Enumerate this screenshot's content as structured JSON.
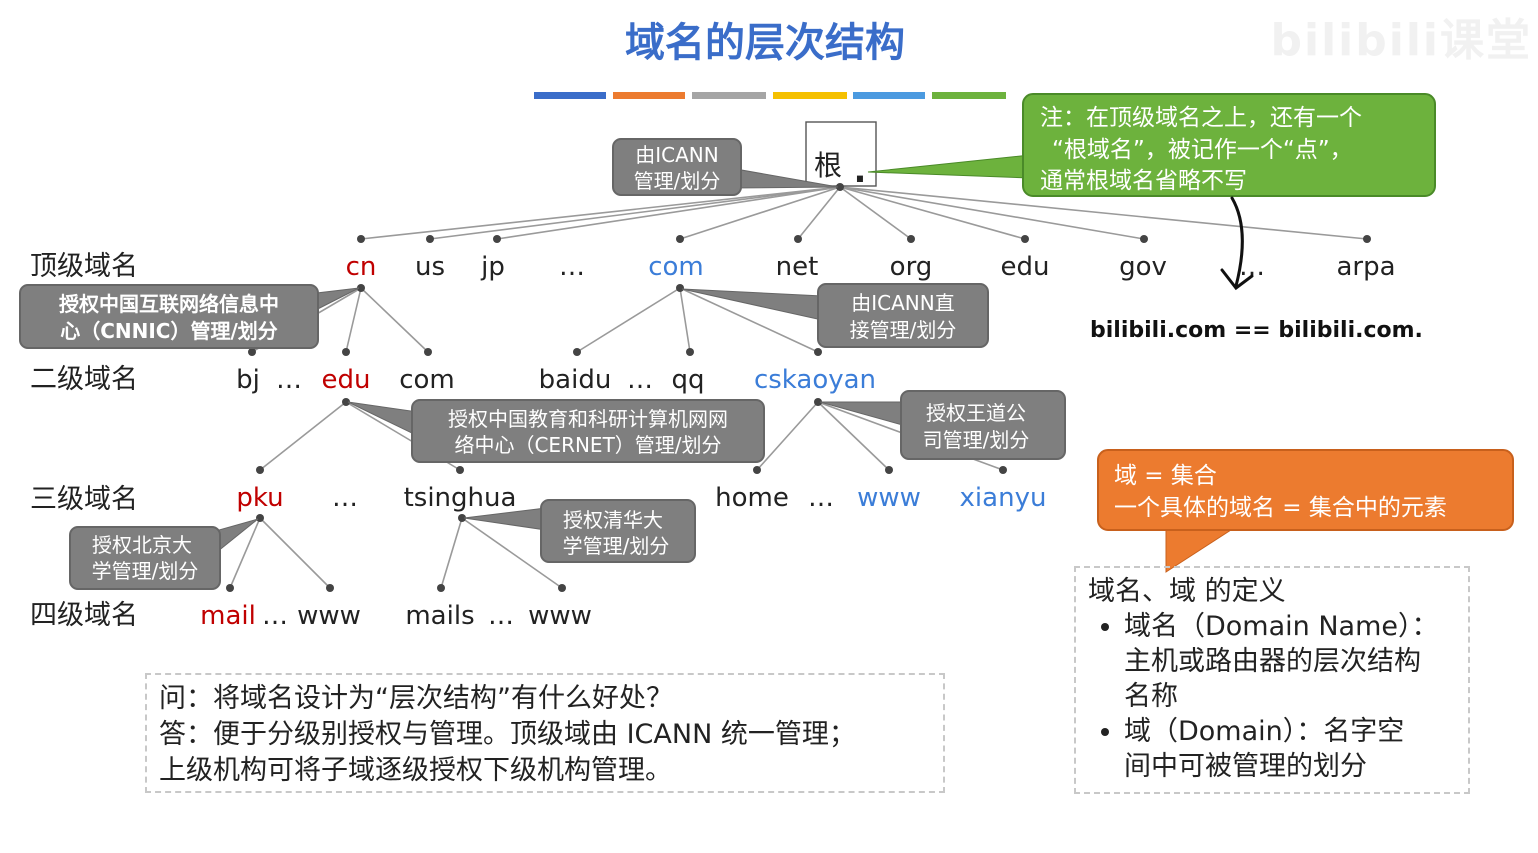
{
  "title": "域名的层次结构",
  "watermark": "bilibili课堂",
  "title_bar_colors": [
    "#3a6dc9",
    "#ec7b2f",
    "#a5a5a5",
    "#f5c000",
    "#4b9ae0",
    "#6db23d"
  ],
  "level_labels": {
    "top": "顶级域名",
    "second": "二级域名",
    "third": "三级域名",
    "fourth": "四级域名"
  },
  "root_label": "根",
  "root_dot": ".",
  "top_level_domains": [
    "cn",
    "us",
    "jp",
    "…",
    "com",
    "net",
    "org",
    "edu",
    "gov",
    "…",
    "arpa"
  ],
  "second_level_cn": [
    "bj",
    "…",
    "edu",
    "com"
  ],
  "second_level_com": [
    "baidu",
    "…",
    "qq",
    "cskaoyan"
  ],
  "third_level_edu": [
    "pku",
    "…",
    "tsinghua"
  ],
  "third_level_cskaoyan": [
    "home",
    "…",
    "www",
    "xianyu"
  ],
  "fourth_level_pku": [
    "mail",
    "…",
    "www"
  ],
  "fourth_level_tsinghua": [
    "mails",
    "…",
    "www"
  ],
  "callouts": {
    "icann_root": [
      "由ICANN",
      "管理/划分"
    ],
    "cnnic": [
      "授权中国互联网络信息中",
      "心（CNNIC）管理/划分"
    ],
    "icann_com": [
      "由ICANN直",
      "接管理/划分"
    ],
    "cernet": [
      "授权中国教育和科研计算机网网",
      "络中心（CERNET）管理/划分"
    ],
    "wangdao": [
      "授权王道公",
      "司管理/划分"
    ],
    "pku": [
      "授权北京大",
      "学管理/划分"
    ],
    "tsinghua": [
      "授权清华大",
      "学管理/划分"
    ]
  },
  "note": [
    "注：在顶级域名之上，还有一个",
    "“根域名”，被记作一个“点”，",
    "通常根域名省略不写"
  ],
  "bilibili_example": "bilibili.com == bilibili.com.",
  "set_callout": [
    "域 = 集合",
    "一个具体的域名 = 集合中的元素"
  ],
  "qa": {
    "question": "问：将域名设计为“层次结构”有什么好处？",
    "answer_line1": "答：便于分级别授权与管理。顶级域由 ICANN 统一管理；",
    "answer_line2": "上级机构可将子域逐级授权下级机构管理。"
  },
  "definition": {
    "heading": "域名、域 的定义",
    "item1_line1": "域名（Domain Name）：",
    "item1_line2": "主机或路由器的层次结构",
    "item1_line3": "名称",
    "item2_line1": "域（Domain）：名字空",
    "item2_line2": "间中可被管理的划分"
  },
  "colors": {
    "red": "#c00000",
    "blue": "#3b7dd8",
    "callout_gray": "#7f7f7f",
    "note_green": "#6db23d",
    "set_orange": "#ec7b2f"
  }
}
